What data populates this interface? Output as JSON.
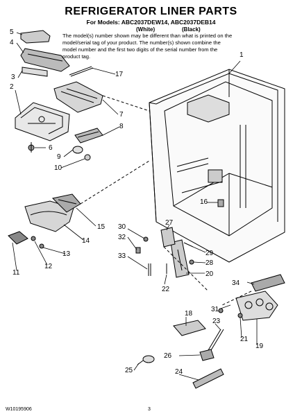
{
  "title": "REFRIGERATOR LINER PARTS",
  "models_line": "For Models: ABC2037DEW14, ABC2037DEB14",
  "color_white": "(White)",
  "color_black": "(Black)",
  "notice": "The model(s) number shown may be different than what is printed on the model/serial tag of your product. The number(s) shown combine the model number and the first two digits of the serial number from the product tag.",
  "footer_doc": "W10195906",
  "footer_page": "3",
  "callouts": [
    "1",
    "2",
    "3",
    "4",
    "5",
    "6",
    "7",
    "8",
    "9",
    "10",
    "11",
    "12",
    "13",
    "14",
    "15",
    "16",
    "17",
    "18",
    "19",
    "20",
    "21",
    "22",
    "23",
    "24",
    "25",
    "26",
    "27",
    "28",
    "29",
    "30",
    "31",
    "32",
    "33",
    "34"
  ]
}
